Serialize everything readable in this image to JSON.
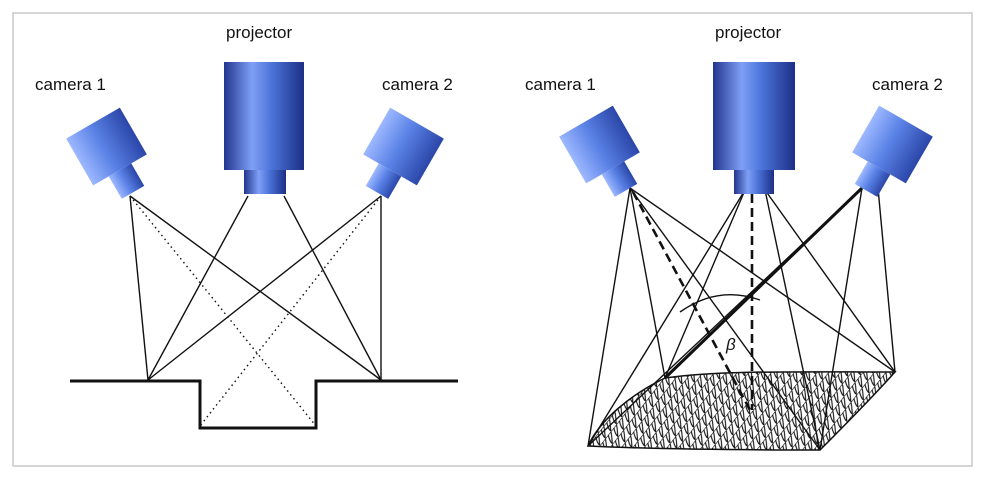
{
  "left_panel": {
    "projector_label": "projector",
    "camera1_label": "camera 1",
    "camera2_label": "camera 2"
  },
  "right_panel": {
    "projector_label": "projector",
    "camera1_label": "camera 1",
    "camera2_label": "camera 2",
    "angle_label": "β"
  },
  "colors": {
    "device_blue": "#4a73d9",
    "device_light": "#a9c2ff",
    "device_dark": "#22358f",
    "frame": "#c8c8c8"
  }
}
